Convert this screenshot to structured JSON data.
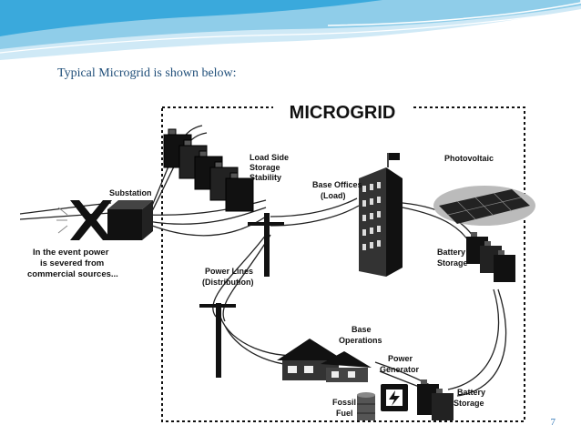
{
  "slide": {
    "title": "Typical Microgrid is shown below:",
    "page_number": "7"
  },
  "diagram": {
    "title": "MICROGRID",
    "labels": {
      "load_side_storage": [
        "Load Side",
        "Storage",
        "Stability"
      ],
      "substation": "Substation",
      "outage_note": [
        "In the event power",
        "is severed from",
        "commercial sources..."
      ],
      "base_offices": [
        "Base Offices",
        "(Load)"
      ],
      "photovoltaic": "Photovoltaic",
      "battery_storage_right": [
        "Battery",
        "Storage"
      ],
      "power_lines": [
        "Power Lines",
        "(Distribution)"
      ],
      "base_operations": [
        "Base",
        "Operations"
      ],
      "power_generator": [
        "Power",
        "Generator"
      ],
      "fossil_fuel": [
        "Fossil",
        "Fuel"
      ],
      "battery_storage_bottom": [
        "Battery",
        "Storage"
      ]
    }
  },
  "colors": {
    "wave_light": "#cfe9f6",
    "wave_mid": "#8fcde9",
    "wave_dark": "#3aa9dc",
    "title_text": "#1f4e79",
    "page_number": "#2e75b6"
  }
}
